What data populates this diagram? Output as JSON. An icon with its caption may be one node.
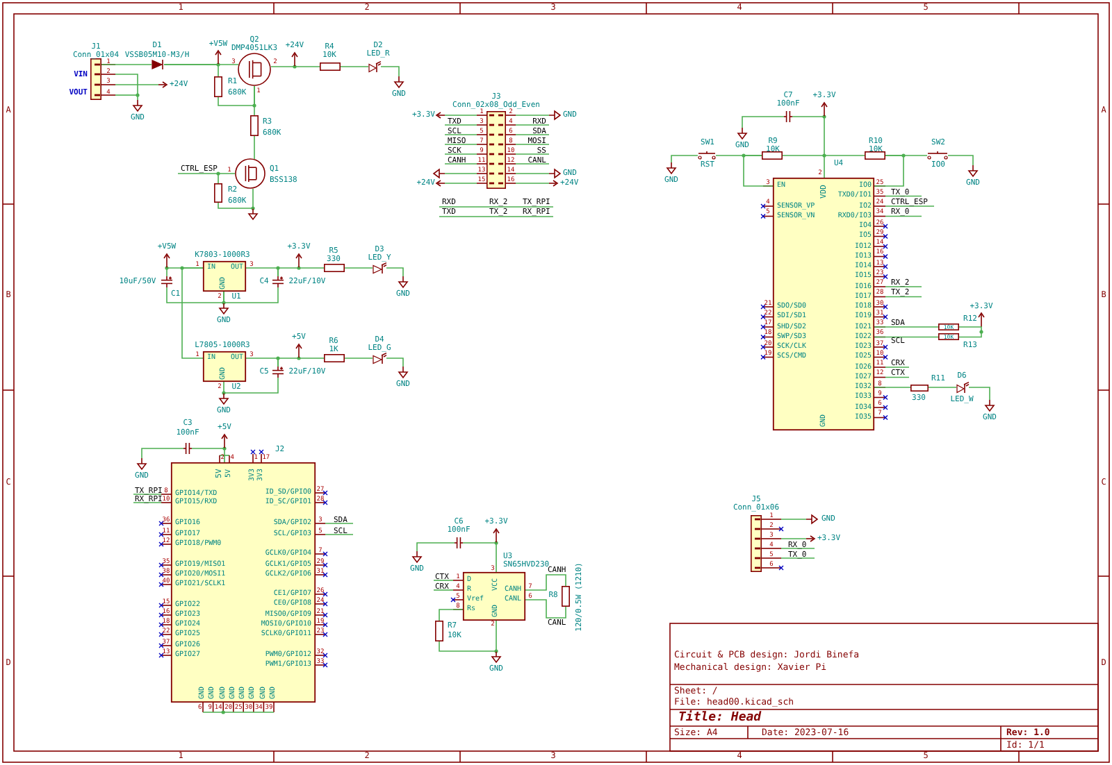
{
  "diagram": {
    "nodes": [
      {
        "text": [
          "J1",
          "Conn_01x04"
        ],
        "beside": [
          "1",
          "2",
          "3",
          "4",
          "VIN",
          "VOUT"
        ]
      },
      {
        "text": [
          "D1",
          "VSSB05M10-M3/H"
        ]
      },
      {
        "text": [
          "R1",
          "680K"
        ]
      },
      {
        "text": [
          "Q2",
          "DMP4051LK3"
        ],
        "beside": [
          "3",
          "2",
          "1"
        ]
      },
      {
        "text": [
          "R3",
          "680K"
        ]
      },
      {
        "text": [
          "Q1",
          "BSS138"
        ],
        "beside": [
          "1"
        ]
      },
      {
        "text": [
          "R2",
          "680K"
        ]
      },
      {
        "text": [
          "R4",
          "10K"
        ]
      },
      {
        "text": [
          "D2",
          "LED_R"
        ]
      },
      {
        "text": [
          "J3",
          "Conn_02x08_Odd_Even"
        ],
        "beside": [
          "1",
          "2",
          "3",
          "4",
          "5",
          "6",
          "7",
          "8",
          "9",
          "10",
          "11",
          "12",
          "13",
          "14",
          "15",
          "16"
        ]
      },
      {
        "text": [
          "10uF/50V",
          "C1"
        ]
      },
      {
        "text": [
          "K7803-1000R3",
          "U1",
          "IN",
          "OUT",
          "GND",
          "1",
          "3",
          "2"
        ]
      },
      {
        "text": [
          "C4",
          "22uF/10V"
        ]
      },
      {
        "text": [
          "R5",
          "330"
        ]
      },
      {
        "text": [
          "D3",
          "LED_Y"
        ]
      },
      {
        "text": [
          "L7805-1000R3",
          "U2",
          "IN",
          "OUT",
          "GND",
          "1",
          "3",
          "2"
        ]
      },
      {
        "text": [
          "C5",
          "22uF/10V"
        ]
      },
      {
        "text": [
          "R6",
          "1K"
        ]
      },
      {
        "text": [
          "D4",
          "LED_G"
        ]
      },
      {
        "text": [
          "C3",
          "100nF"
        ]
      },
      {
        "text": [
          "J2",
          "5V",
          "5V",
          "3V3",
          "3V3",
          "GPIO14/TXD",
          "GPIO15/RXD",
          "GPIO16",
          "GPIO17",
          "GPIO18/PWM0",
          "GPIO19/MISO1",
          "GPIO20/MOSI1",
          "GPIO21/SCLK1",
          "GPIO22",
          "GPIO23",
          "GPIO24",
          "GPIO25",
          "GPIO26",
          "GPIO27",
          "ID_SD/GPIO0",
          "ID_SC/GPIO1",
          "SDA/GPIO2",
          "SCL/GPIO3",
          "GCLK0/GPIO4",
          "GCLK1/GPIO5",
          "GCLK2/GPIO6",
          "CE1/GPIO7",
          "CE0/GPIO8",
          "MISO0/GPIO9",
          "MOSI0/GPIO10",
          "SCLK0/GPIO11",
          "PWM0/GPIO12",
          "PWM1/GPIO13",
          "GND",
          "GND",
          "GND",
          "GND",
          "GND",
          "GND",
          "GND",
          "GND"
        ],
        "beside": [
          "2",
          "4",
          "1",
          "17",
          "8",
          "10",
          "36",
          "11",
          "12",
          "35",
          "38",
          "40",
          "15",
          "16",
          "18",
          "22",
          "37",
          "13",
          "27",
          "28",
          "3",
          "5",
          "7",
          "29",
          "31",
          "26",
          "24",
          "21",
          "19",
          "23",
          "32",
          "33",
          "6",
          "9",
          "14",
          "20",
          "25",
          "30",
          "34",
          "39"
        ]
      },
      {
        "text": [
          "C7",
          "100nF"
        ]
      },
      {
        "text": [
          "SW1",
          "RST"
        ]
      },
      {
        "text": [
          "R9",
          "10K"
        ]
      },
      {
        "text": [
          "R10",
          "10K"
        ]
      },
      {
        "text": [
          "SW2",
          "IO0"
        ]
      },
      {
        "text": [
          "U4",
          "VDD",
          "EN",
          "SENSOR_VP",
          "SENSOR_VN",
          "SDO/SD0",
          "SDI/SD1",
          "SHD/SD2",
          "SWP/SD3",
          "SCK/CLK",
          "SCS/CMD",
          "IO0",
          "TXD0/IO1",
          "IO2",
          "RXD0/IO3",
          "IO4",
          "IO5",
          "IO12",
          "IO13",
          "IO14",
          "IO15",
          "IO16",
          "IO17",
          "IO18",
          "IO19",
          "IO21",
          "IO22",
          "IO23",
          "IO25",
          "IO26",
          "IO27",
          "IO32",
          "IO33",
          "IO34",
          "IO35",
          "GND"
        ],
        "beside": [
          "2",
          "3",
          "4",
          "5",
          "21",
          "22",
          "17",
          "18",
          "20",
          "19",
          "25",
          "35",
          "24",
          "34",
          "26",
          "29",
          "14",
          "16",
          "13",
          "23",
          "27",
          "28",
          "30",
          "31",
          "33",
          "36",
          "37",
          "10",
          "11",
          "12",
          "8",
          "9",
          "6",
          "7"
        ]
      },
      {
        "text": [
          "R12",
          "10K"
        ]
      },
      {
        "text": [
          "10K",
          "R13"
        ]
      },
      {
        "text": [
          "R11",
          "330"
        ]
      },
      {
        "text": [
          "D6",
          "LED_W"
        ]
      },
      {
        "text": [
          "C6",
          "100nF"
        ]
      },
      {
        "text": [
          "U3",
          "SN65HVD230",
          "D",
          "R",
          "Vref",
          "Rs",
          "VCC",
          "GND",
          "CANH",
          "CANL",
          "1",
          "4",
          "5",
          "8",
          "3",
          "2",
          "7",
          "6"
        ]
      },
      {
        "text": [
          "R8",
          "120/0.5W (1210)"
        ]
      },
      {
        "text": [
          "R7",
          "10K"
        ]
      },
      {
        "text": [
          "J5",
          "Conn_01x06"
        ],
        "beside": [
          "1",
          "2",
          "3",
          "4",
          "5",
          "6"
        ]
      }
    ],
    "edges": [
      {
        "from": 0,
        "to": 1,
        "arrow": "none"
      },
      {
        "from": 1,
        "to": 3,
        "arrow": "none"
      },
      {
        "from": 1,
        "to": 2,
        "arrow": "none"
      },
      {
        "from": 2,
        "to": 3,
        "arrow": "none"
      },
      {
        "from": 3,
        "to": 4,
        "arrow": "none"
      },
      {
        "from": 4,
        "to": 5,
        "arrow": "none"
      },
      {
        "from": 5,
        "to": 6,
        "arrow": "none"
      },
      {
        "from": 6,
        "to": 5,
        "arrow": "none"
      },
      {
        "from": 3,
        "to": 7,
        "arrow": "none"
      },
      {
        "from": 7,
        "to": 8,
        "arrow": "none"
      },
      {
        "from": 10,
        "to": 11,
        "arrow": "none"
      },
      {
        "from": 11,
        "to": 15,
        "arrow": "none"
      },
      {
        "from": 10,
        "to": 11,
        "arrow": "none"
      },
      {
        "from": 11,
        "to": 12,
        "arrow": "none"
      },
      {
        "from": 12,
        "to": 11,
        "arrow": "none"
      },
      {
        "from": 12,
        "to": 13,
        "arrow": "none"
      },
      {
        "from": 13,
        "to": 14,
        "arrow": "none"
      },
      {
        "from": 15,
        "to": 16,
        "arrow": "none"
      },
      {
        "from": 16,
        "to": 15,
        "arrow": "none"
      },
      {
        "from": 16,
        "to": 17,
        "arrow": "none"
      },
      {
        "from": 17,
        "to": 18,
        "arrow": "none"
      },
      {
        "from": 19,
        "to": 20,
        "arrow": "none"
      },
      {
        "from": 21,
        "to": 26,
        "arrow": "none"
      },
      {
        "from": 22,
        "to": 23,
        "arrow": "none"
      },
      {
        "from": 23,
        "to": 26,
        "arrow": "none"
      },
      {
        "from": 23,
        "to": 24,
        "arrow": "none"
      },
      {
        "from": 24,
        "to": 26,
        "arrow": "none"
      },
      {
        "from": 24,
        "to": 25,
        "arrow": "none"
      },
      {
        "from": 26,
        "to": 27,
        "arrow": "none"
      },
      {
        "from": 26,
        "to": 28,
        "arrow": "none"
      },
      {
        "from": 27,
        "to": 28,
        "arrow": "none"
      },
      {
        "from": 26,
        "to": 29,
        "arrow": "none"
      },
      {
        "from": 29,
        "to": 30,
        "arrow": "none"
      },
      {
        "from": 31,
        "to": 32,
        "arrow": "none"
      },
      {
        "from": 32,
        "to": 33,
        "arrow": "none"
      },
      {
        "from": 32,
        "to": 33,
        "arrow": "none"
      },
      {
        "from": 32,
        "to": 34,
        "arrow": "none"
      },
      {
        "from": 34,
        "to": 32,
        "arrow": "none"
      }
    ],
    "labels": [
      "1",
      "2",
      "3",
      "4",
      "5",
      "A",
      "B",
      "C",
      "D",
      "A",
      "B",
      "C",
      "D",
      "1",
      "2",
      "3",
      "4",
      "5",
      "+V5W",
      "+24V",
      "+24V",
      "GND",
      "GND",
      "CTRL_ESP",
      "+3.3V",
      "TXD",
      "SCL",
      "MISO",
      "SCK",
      "CANH",
      "+24V",
      "GND",
      "RXD",
      "SDA",
      "MOSI",
      "SS",
      "CANL",
      "GND",
      "+24V",
      "RXD",
      "RX_2",
      "TX_RPI",
      "TXD",
      "TX_2",
      "RX_RPI",
      "+V5W",
      "+3.3V",
      "GND",
      "GND",
      "+5V",
      "GND",
      "GND",
      "+3.3V",
      "GND",
      "GND",
      "GND",
      "TX_0",
      "CTRL_ESP",
      "RX_0",
      "RX_2",
      "TX_2",
      "SDA",
      "SCL",
      "+3.3V",
      "CRX",
      "CTX",
      "GND",
      "+5V",
      "GND",
      "TX_RPI",
      "RX_RPI",
      "SDA",
      "SCL",
      "+3.3V",
      "GND",
      "CTX",
      "CRX",
      "CANH",
      "CANL",
      "GND",
      "GND",
      "+3.3V",
      "RX_0",
      "TX_0",
      "Circuit & PCB design: Jordi Binefa",
      "Mechanical design: Xavier Pi",
      "Sheet: /",
      "File: head00.kicad_sch",
      "Title: Head",
      "Size: A4",
      "Date: 2023-07-16",
      "Rev: 1.0",
      "Id: 1/1"
    ]
  }
}
